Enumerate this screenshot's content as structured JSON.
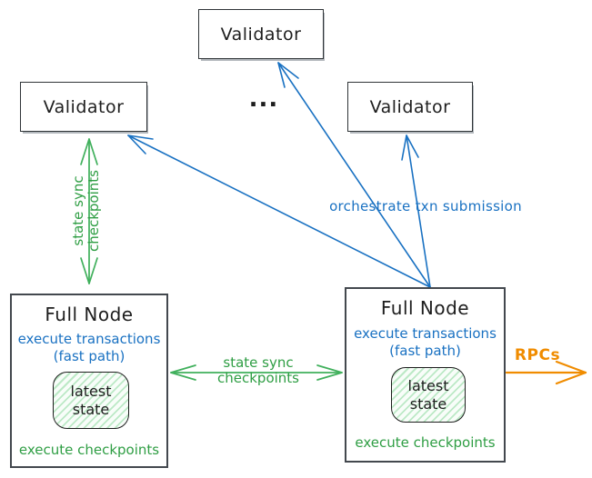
{
  "colors": {
    "blue": "#1971c2",
    "green": "#2f9e44",
    "green_arrow": "#40b05c",
    "orange": "#f08c00",
    "ink": "#1e1e1e",
    "box_border": "#43484e",
    "shadow": "#b3b8bd",
    "hatch_line": "#bce9c6",
    "hatch_bg": "#f8fdf9",
    "state_border": "#1e1e1e"
  },
  "validators": {
    "top": "Validator",
    "left": "Validator",
    "right": "Validator",
    "ellipsis": "..."
  },
  "full_nodes": {
    "left": {
      "title": "Full Node",
      "fast_path_line1": "execute transactions",
      "fast_path_line2": "(fast path)",
      "state_line1": "latest",
      "state_line2": "state",
      "checkpoints": "execute checkpoints"
    },
    "right": {
      "title": "Full Node",
      "fast_path_line1": "execute transactions",
      "fast_path_line2": "(fast path)",
      "state_line1": "latest",
      "state_line2": "state",
      "checkpoints": "execute checkpoints"
    }
  },
  "arrows": {
    "state_sync_vertical": {
      "line1": "state sync",
      "line2": "checkpoints"
    },
    "state_sync_horizontal": {
      "line1": "state sync",
      "line2": "checkpoints"
    },
    "txn_submission": {
      "label": "orchestrate txn submission"
    },
    "rpcs": {
      "label": "RPCs"
    }
  }
}
